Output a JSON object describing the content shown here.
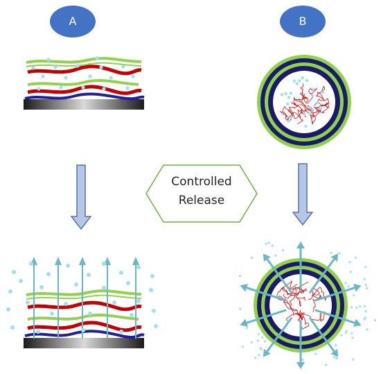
{
  "labels": {
    "a": "A",
    "b": "B"
  },
  "center": {
    "line1": "Controlled",
    "line2": "Release"
  },
  "colors": {
    "label_fill": "#4472c4",
    "polymer_green": "#92d050",
    "polymer_red": "#c00000",
    "polymer_blue": "#1f1f99",
    "shell_navy": "#1a1a66",
    "arrow_fill": "#b4c7e7",
    "arrow_stroke": "#5b6fa8",
    "release_arrow": "#6bb8c4",
    "drug_dot": "#9fe0f0",
    "hex_border": "#70ad47"
  },
  "icons": [
    "down-arrow-icon",
    "up-arrow-icon",
    "radial-arrow-icon",
    "drug-particle-icon"
  ]
}
